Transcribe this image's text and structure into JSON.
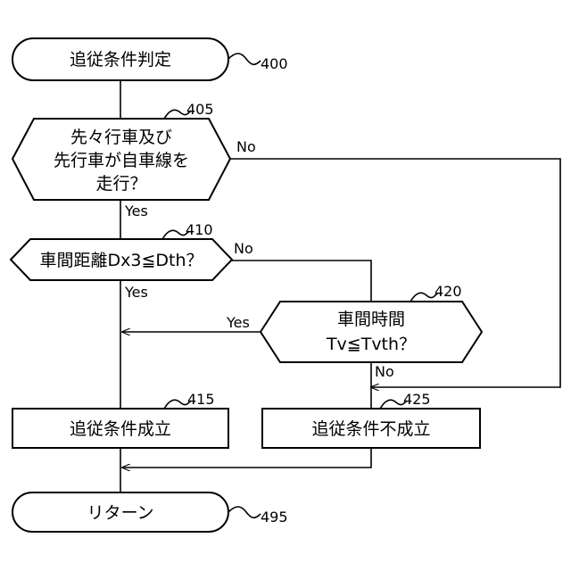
{
  "nodes": {
    "start": {
      "label": "追従条件判定",
      "ref": "400"
    },
    "d405": {
      "lines": [
        "先々行車及び",
        "先行車が自車線を",
        "走行？"
      ],
      "ref": "405"
    },
    "d410": {
      "label": "車間距離Dx3≦Dth？",
      "ref": "410"
    },
    "d420": {
      "lines": [
        "車間時間",
        "Tv≦Tvth？"
      ],
      "ref": "420"
    },
    "p415": {
      "label": "追従条件成立",
      "ref": "415"
    },
    "p425": {
      "label": "追従条件不成立",
      "ref": "425"
    },
    "end": {
      "label": "リターン",
      "ref": "495"
    }
  },
  "edge_labels": {
    "d405_yes": "Yes",
    "d405_no": "No",
    "d410_yes": "Yes",
    "d410_no": "No",
    "d420_yes": "Yes",
    "d420_no": "No"
  }
}
